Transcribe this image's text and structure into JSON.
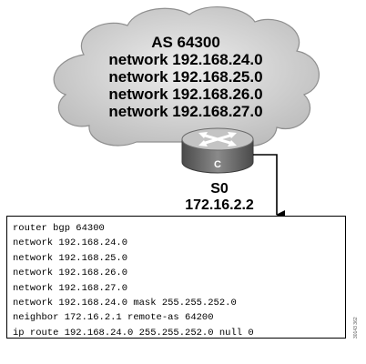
{
  "cloud": {
    "lines": [
      "AS 64300",
      "network 192.168.24.0",
      "network 192.168.25.0",
      "network 192.168.26.0",
      "network 192.168.27.0"
    ]
  },
  "router": {
    "label": "C"
  },
  "interface": {
    "name": "S0",
    "address": "172.16.2.2"
  },
  "config": {
    "lines": [
      "router bgp 64300",
      "network 192.168.24.0",
      "network 192.168.25.0",
      "network 192.168.26.0",
      "network 192.168.27.0",
      "network 192.168.24.0 mask 255.255.252.0",
      "neighbor 172.16.2.1 remote-as 64200",
      "ip route 192.168.24.0 255.255.252.0 null 0"
    ]
  },
  "figure_id": "30143 362",
  "colors": {
    "cloud_fill": "#d9d9d9",
    "router_top": "#c4c4c4",
    "router_body": "#6e6e6e"
  }
}
